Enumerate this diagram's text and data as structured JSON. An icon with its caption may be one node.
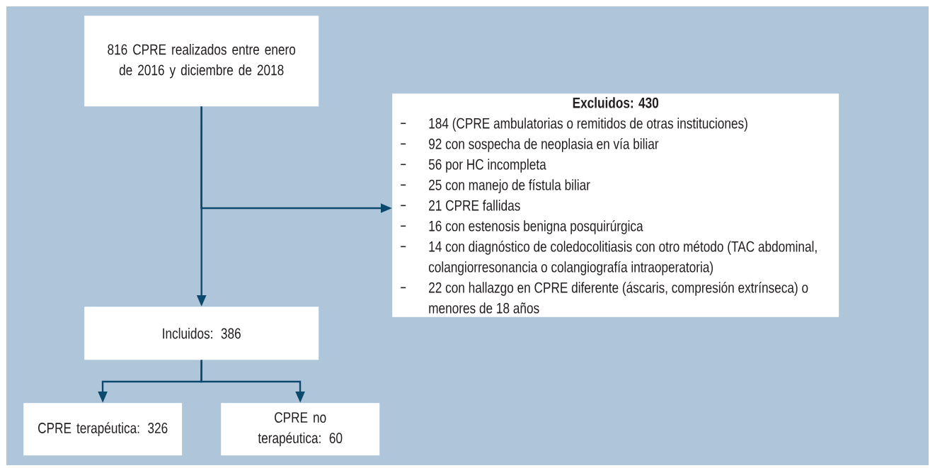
{
  "diagram": {
    "nodes": [
      {
        "text": [
          "816 CPRE realizados entre enero de 2016 y diciembre de 2018"
        ]
      },
      {
        "text": [
          "Excluidos: 430",
          "184 (CPRE ambulatorias o remitidos de otras instituciones)",
          "92 con sospecha de neoplasia en vía biliar",
          "56 por HC incompleta",
          "25 con manejo de fístula biliar",
          "21 CPRE fallidas",
          "16 con estenosis benigna posquirúrgica",
          "14 con diagnóstico de coledocolitiasis con otro método (TAC abdominal, colangiorresonancia o colangiografía intraoperatoria)",
          "22 con hallazgo en CPRE diferente (áscaris, compresión extrínseca) o menores de 18 años"
        ]
      },
      {
        "text": [
          "Incluidos: 386"
        ]
      },
      {
        "text": [
          "CPRE terapéutica: 326"
        ]
      },
      {
        "text": [
          "CPRE no terapéutica: 60"
        ]
      }
    ],
    "edges": [
      {
        "from": 0,
        "to": 2,
        "arrow": "to"
      },
      {
        "from": 0,
        "to": 1,
        "arrow": "to"
      },
      {
        "from": 2,
        "to": 3,
        "arrow": "to"
      },
      {
        "from": 2,
        "to": 4,
        "arrow": "to"
      }
    ]
  }
}
